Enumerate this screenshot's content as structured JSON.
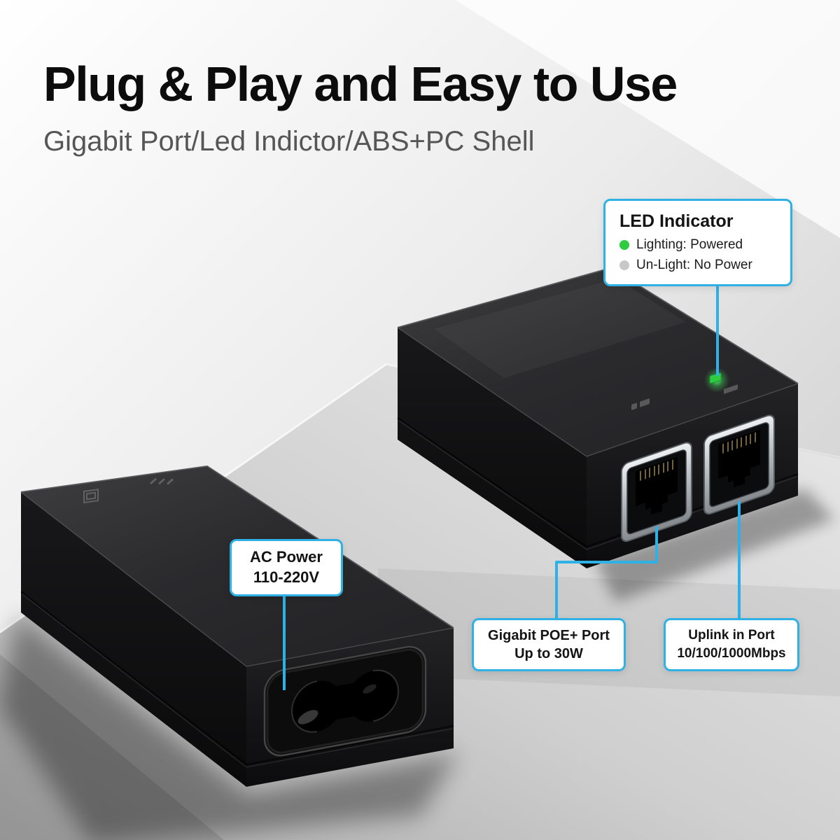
{
  "header": {
    "title": "Plug & Play and Easy to Use",
    "subtitle": "Gigabit Port/Led Indictor/ABS+PC Shell"
  },
  "callouts": {
    "led": {
      "title": "LED Indicator",
      "items": [
        {
          "label": "Lighting: Powered",
          "dot_color": "#2ecc40"
        },
        {
          "label": "Un-Light: No Power",
          "dot_color": "#c8c8c8"
        }
      ]
    },
    "ac_power": {
      "line1": "AC Power",
      "line2": "110-220V"
    },
    "poe_port": {
      "line1": "Gigabit POE+ Port",
      "line2": "Up to 30W"
    },
    "uplink_port": {
      "line1": "Uplink in Port",
      "line2": "10/100/1000Mbps"
    }
  },
  "colors": {
    "accent": "#2fb1e6",
    "led_on": "#2ecc40",
    "led_off": "#c8c8c8"
  }
}
